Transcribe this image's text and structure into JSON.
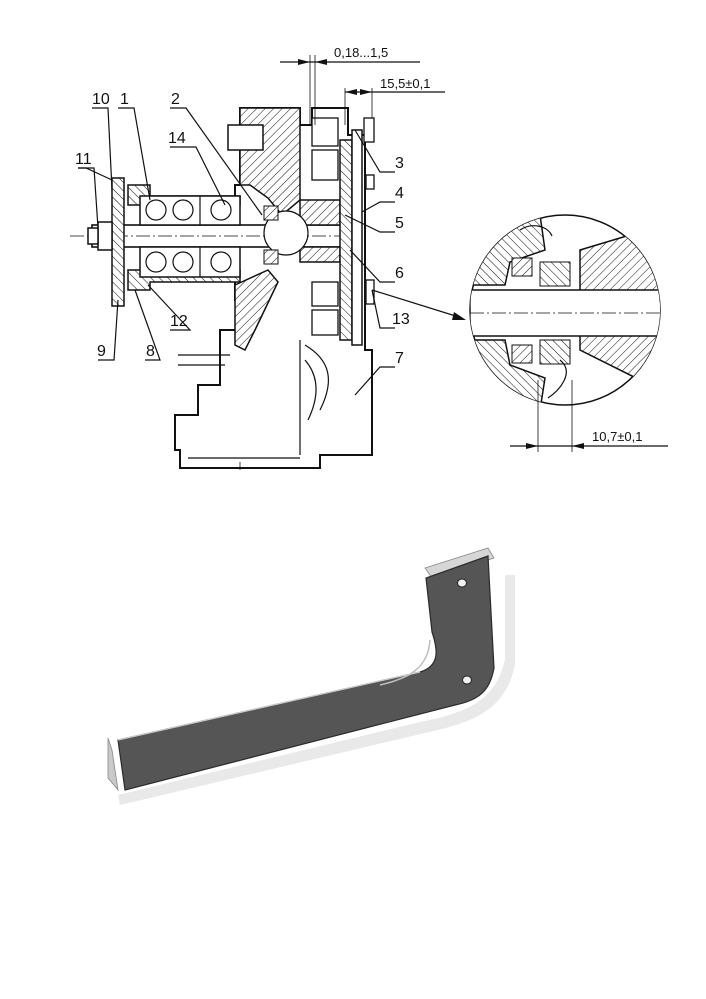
{
  "callouts": [
    "1",
    "2",
    "3",
    "4",
    "5",
    "6",
    "7",
    "8",
    "9",
    "10",
    "11",
    "12",
    "13",
    "14"
  ],
  "dimensions": {
    "gap": "0,18...1,5",
    "offset": "15,5±0,1",
    "detail": "10,7±0,1"
  },
  "colors": {
    "line": "#111111",
    "background": "#ffffff",
    "tool_face": "#555555",
    "tool_edge": "#c9c9c9",
    "shadow": "#e9e9e9"
  },
  "tool_photo": {
    "name": "wrench-template"
  }
}
